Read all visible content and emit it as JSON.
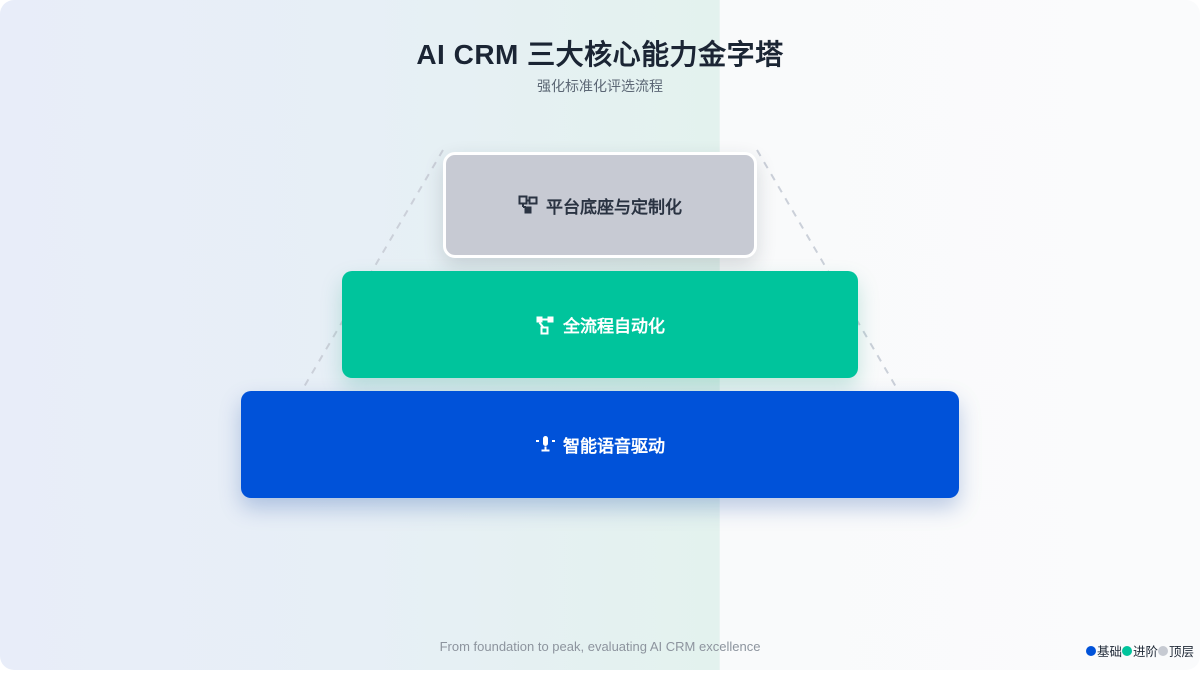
{
  "header": {
    "title": "AI CRM 三大核心能力金字塔",
    "subtitle": "强化标准化评选流程"
  },
  "pyramid": {
    "levels": [
      {
        "id": "top",
        "label": "平台底座与定制化",
        "icon": "schema-icon",
        "bg": "#c7cad3",
        "text_color": "#2a3342"
      },
      {
        "id": "middle",
        "label": "全流程自动化",
        "icon": "workflow-icon",
        "bg": "#00c49c",
        "text_color": "#ffffff"
      },
      {
        "id": "bottom",
        "label": "智能语音驱动",
        "icon": "voice-icon",
        "bg": "#0052d9",
        "text_color": "#ffffff"
      }
    ],
    "guide_line_color": "#cbd0d9"
  },
  "footer": {
    "caption": "From foundation to peak, evaluating AI CRM excellence"
  },
  "legend": {
    "items": [
      {
        "label": "基础",
        "color": "#0052d9"
      },
      {
        "label": "进阶",
        "color": "#00c49c"
      },
      {
        "label": "顶层",
        "color": "#c6cad2"
      }
    ]
  },
  "colors": {
    "background_left": "#e8edf9",
    "background_mid": "#e3f2ee",
    "background_right": "#fafbfc",
    "title_text": "#1b2534",
    "subtitle_text": "#5c6775",
    "caption_text": "#8d949e"
  }
}
